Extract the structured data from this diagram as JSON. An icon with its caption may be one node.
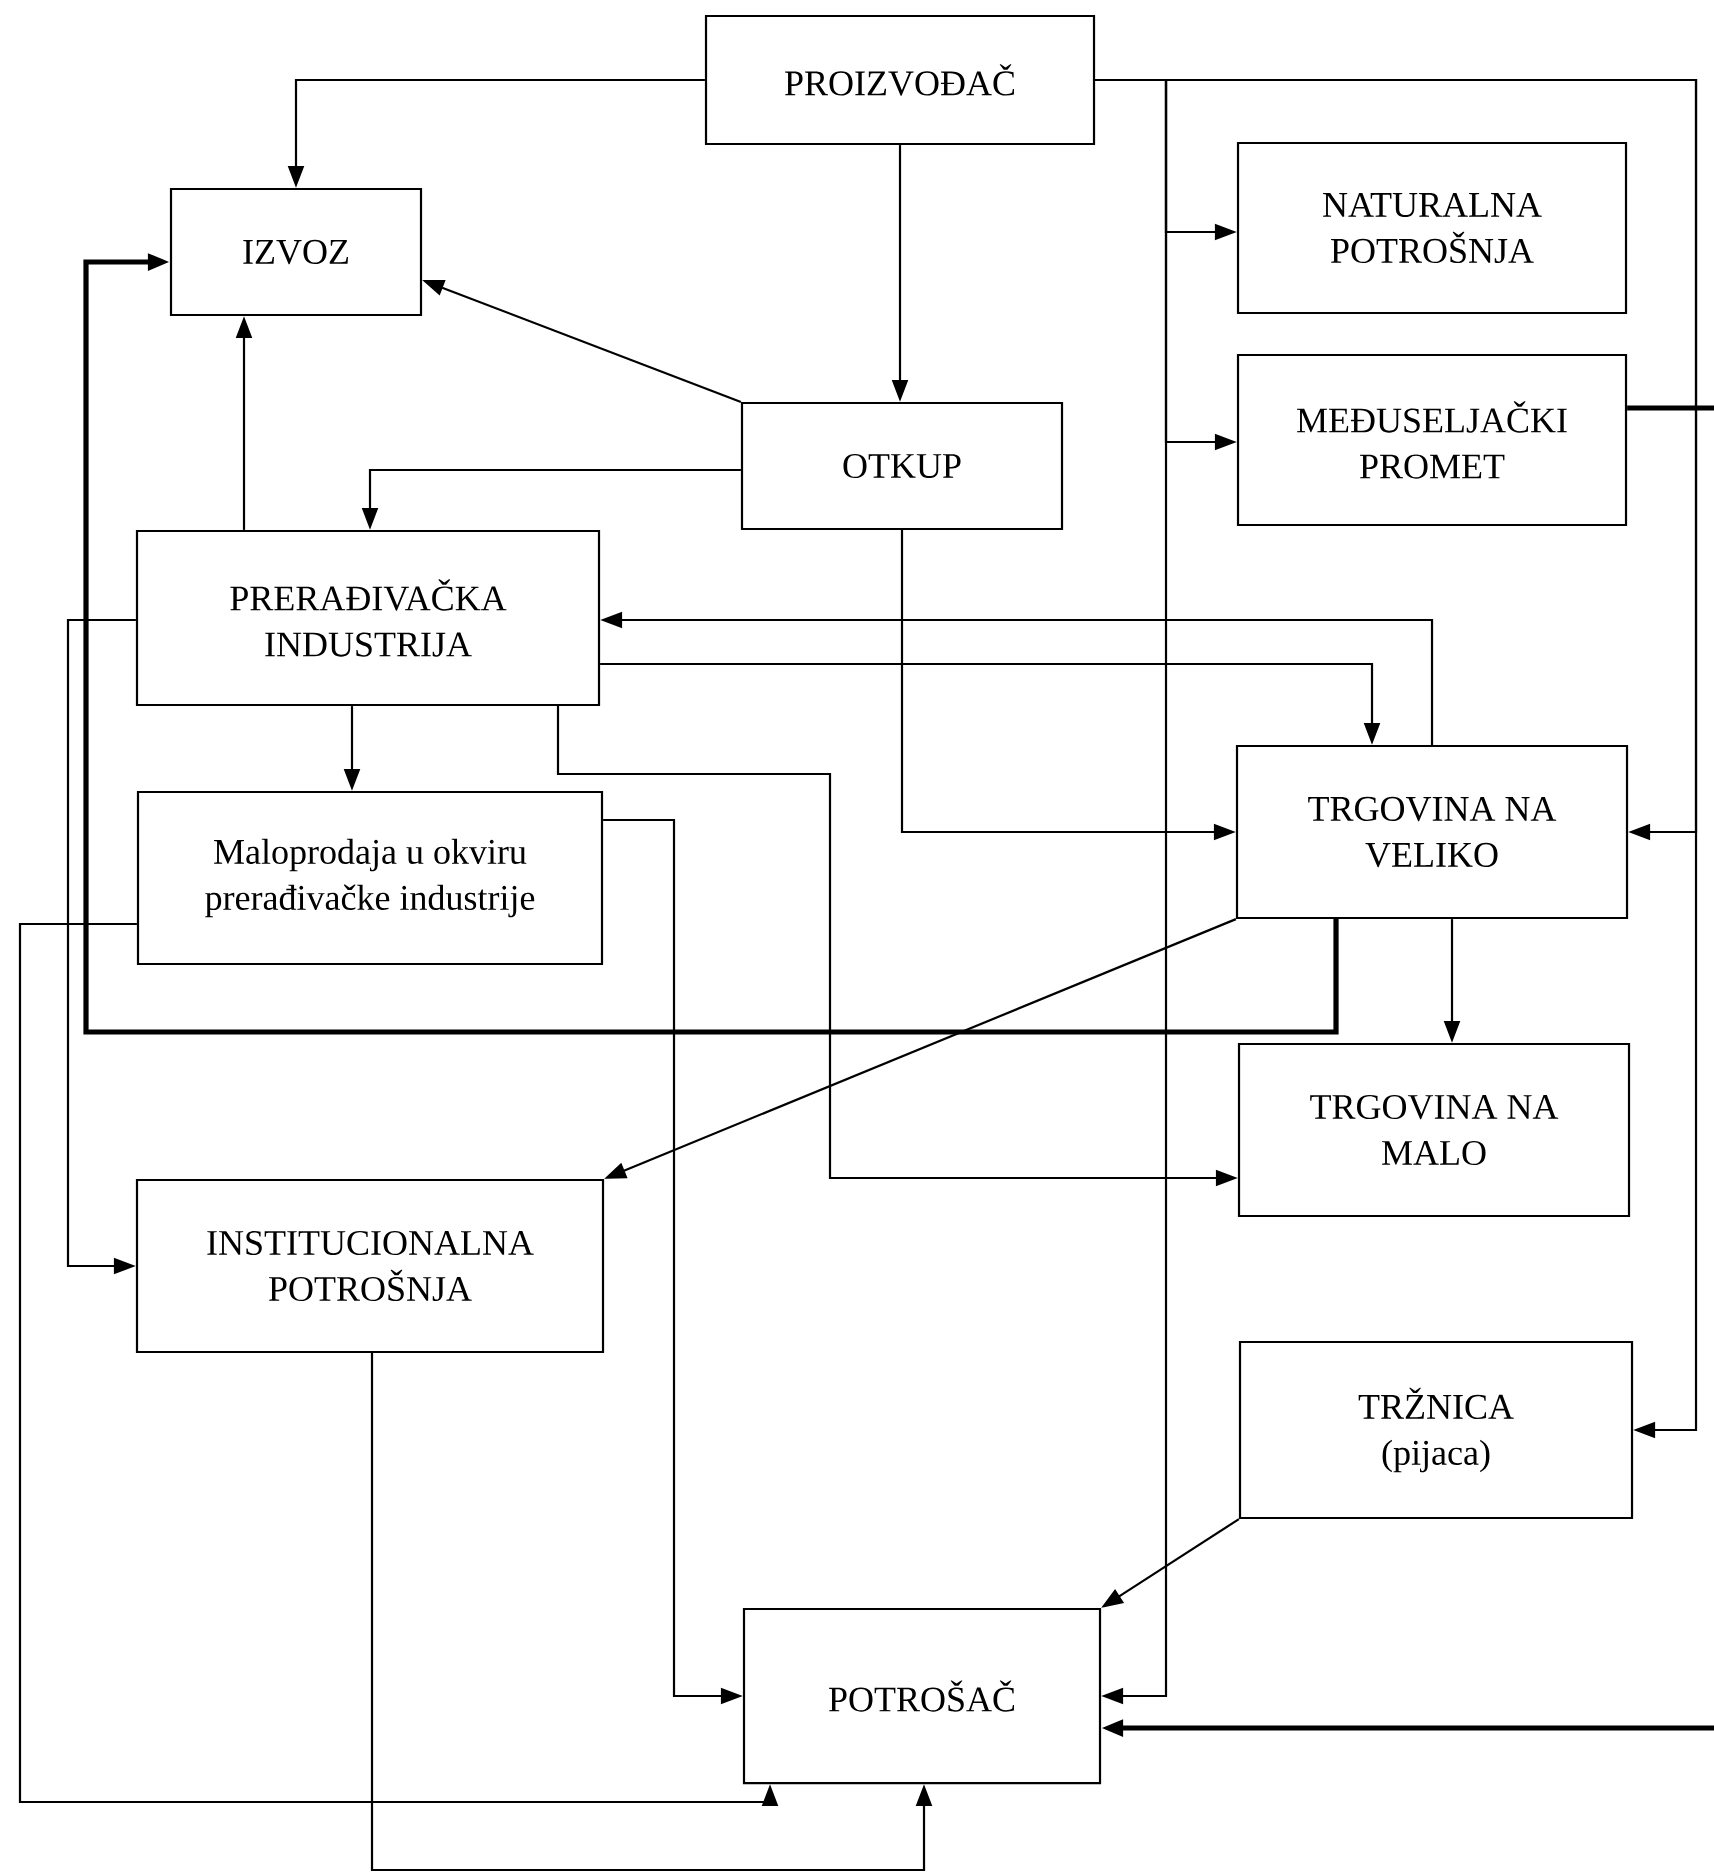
{
  "diagram": {
    "nodes": [
      {
        "text": [
          "PROIZVOĐAČ"
        ]
      },
      {
        "text": [
          "IZVOZ"
        ]
      },
      {
        "text": [
          "NATURALNA POTROŠNJA"
        ]
      },
      {
        "text": [
          "OTKUP"
        ]
      },
      {
        "text": [
          "MEĐUSELJAČKI PROMET"
        ]
      },
      {
        "text": [
          "PRERAĐIVAČKA INDUSTRIJA"
        ]
      },
      {
        "text": [
          "TRGOVINA NA VELIKO"
        ]
      },
      {
        "text": [
          "Maloprodaja u okviru prerađivačke industrije"
        ]
      },
      {
        "text": [
          "TRGOVINA NA MALO"
        ]
      },
      {
        "text": [
          "INSTITUCIONALNA POTROŠNJA"
        ]
      },
      {
        "text": [
          "TRŽNICA (pijaca)"
        ]
      },
      {
        "text": [
          "POTROŠAČ"
        ]
      }
    ],
    "edges": [
      {
        "from": 0,
        "to": 1,
        "arrow": "to"
      },
      {
        "from": 0,
        "to": 3,
        "arrow": "to"
      },
      {
        "from": 0,
        "to": 2,
        "arrow": "to"
      },
      {
        "from": 0,
        "to": 4,
        "arrow": "to"
      },
      {
        "from": 0,
        "to": 11,
        "arrow": "to"
      },
      {
        "from": 0,
        "to": 6,
        "arrow": "to"
      },
      {
        "from": 0,
        "to": 10,
        "arrow": "to"
      },
      {
        "from": 4,
        "to": null,
        "arrow": "none",
        "style": "thick"
      },
      {
        "from": null,
        "to": 11,
        "arrow": "to",
        "style": "thick"
      },
      {
        "from": 3,
        "to": 1,
        "arrow": "to"
      },
      {
        "from": 3,
        "to": 5,
        "arrow": "to"
      },
      {
        "from": 3,
        "to": 6,
        "arrow": "to"
      },
      {
        "from": 5,
        "to": 1,
        "arrow": "to"
      },
      {
        "from": 6,
        "to": 5,
        "arrow": "to"
      },
      {
        "from": 5,
        "to": 6,
        "arrow": "to"
      },
      {
        "from": 5,
        "to": 7,
        "arrow": "to"
      },
      {
        "from": 5,
        "to": 8,
        "arrow": "to"
      },
      {
        "from": 5,
        "to": 9,
        "arrow": "to"
      },
      {
        "from": 6,
        "to": 1,
        "arrow": "to",
        "style": "thick"
      },
      {
        "from": 6,
        "to": 8,
        "arrow": "to"
      },
      {
        "from": 6,
        "to": 9,
        "arrow": "to"
      },
      {
        "from": 7,
        "to": 11,
        "arrow": "to"
      },
      {
        "from": 7,
        "to": 11,
        "arrow": "to"
      },
      {
        "from": 9,
        "to": 11,
        "arrow": "to"
      },
      {
        "from": 10,
        "to": 11,
        "arrow": "to"
      }
    ]
  }
}
